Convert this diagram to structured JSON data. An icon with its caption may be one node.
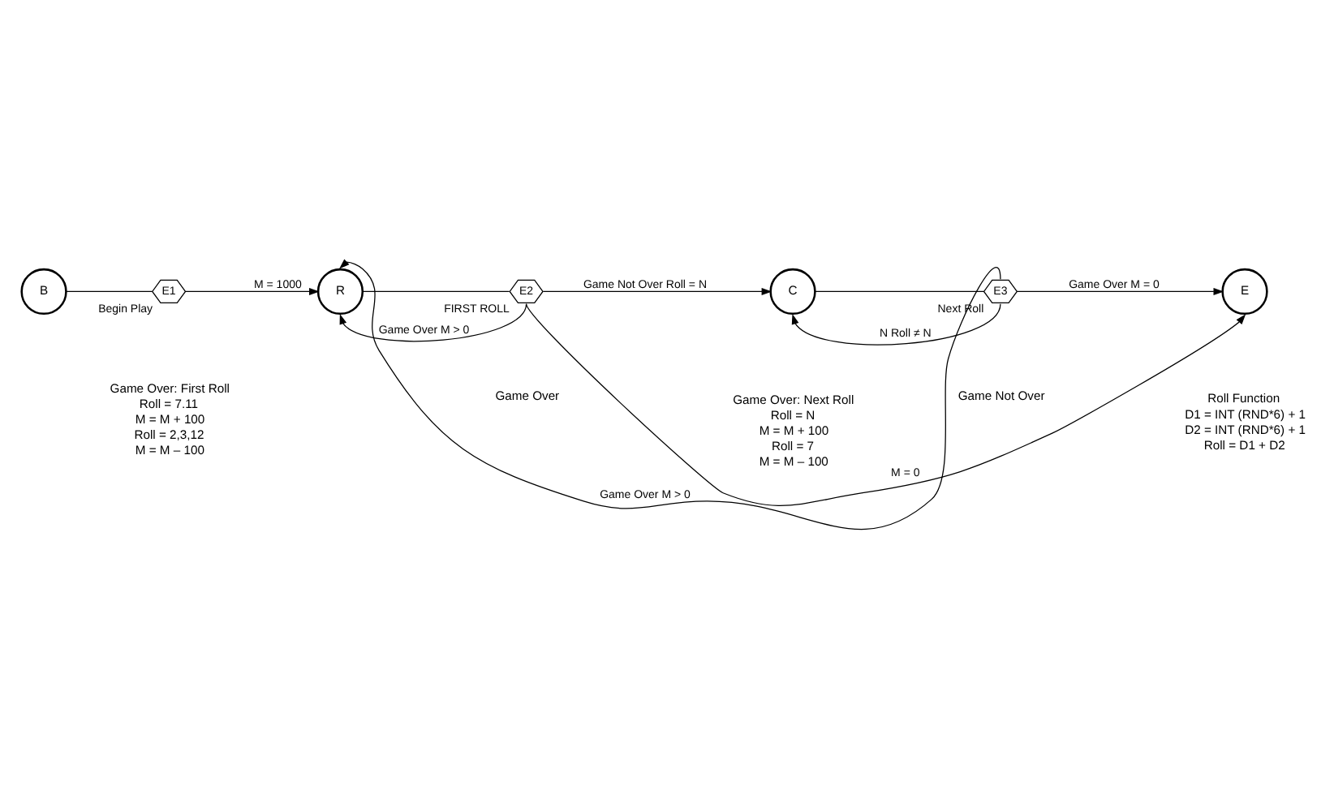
{
  "diagram": {
    "nodes": [
      {
        "text": [
          "B"
        ]
      },
      {
        "text": [
          "E1"
        ],
        "beside": [
          "Begin Play"
        ]
      },
      {
        "text": [
          "R"
        ]
      },
      {
        "text": [
          "E2"
        ],
        "beside": [
          "FIRST ROLL"
        ]
      },
      {
        "text": [
          "C"
        ]
      },
      {
        "text": [
          "E3"
        ],
        "beside": [
          "Next Roll"
        ]
      },
      {
        "text": [
          "E"
        ]
      }
    ],
    "edges": [
      {
        "from": 0,
        "to": 1,
        "arrow": "none"
      },
      {
        "from": 1,
        "to": 2,
        "arrow": "to",
        "label": "M = 1000"
      },
      {
        "from": 2,
        "to": 3,
        "arrow": "none"
      },
      {
        "from": 3,
        "to": 4,
        "arrow": "to",
        "label": "Game Not Over Roll = N"
      },
      {
        "from": 3,
        "to": 2,
        "arrow": "to",
        "label": "Game Over M > 0"
      },
      {
        "from": 3,
        "to": 6,
        "arrow": "to",
        "label": "M = 0"
      },
      {
        "from": 4,
        "to": 5,
        "arrow": "none"
      },
      {
        "from": 5,
        "to": 6,
        "arrow": "to",
        "label": "Game Over M = 0"
      },
      {
        "from": 5,
        "to": 2,
        "arrow": "to",
        "label": "Game Over M > 0"
      },
      {
        "from": 5,
        "to": 4,
        "arrow": "to",
        "label": "N Roll ≠ N"
      }
    ],
    "labels": [
      "Game Not Over",
      "Game Over",
      "Game Over: First Roll",
      "Roll = 7.11",
      "M = M + 100",
      "Roll = 2,3,12",
      "M = M – 100",
      "Game Over: Next Roll",
      "Roll = N",
      "M = M + 100",
      "Roll = 7",
      "M = M – 100",
      "Roll Function",
      "D1 = INT (RND*6) + 1",
      "D2 = INT (RND*6) + 1",
      "Roll = D1 + D2"
    ]
  }
}
